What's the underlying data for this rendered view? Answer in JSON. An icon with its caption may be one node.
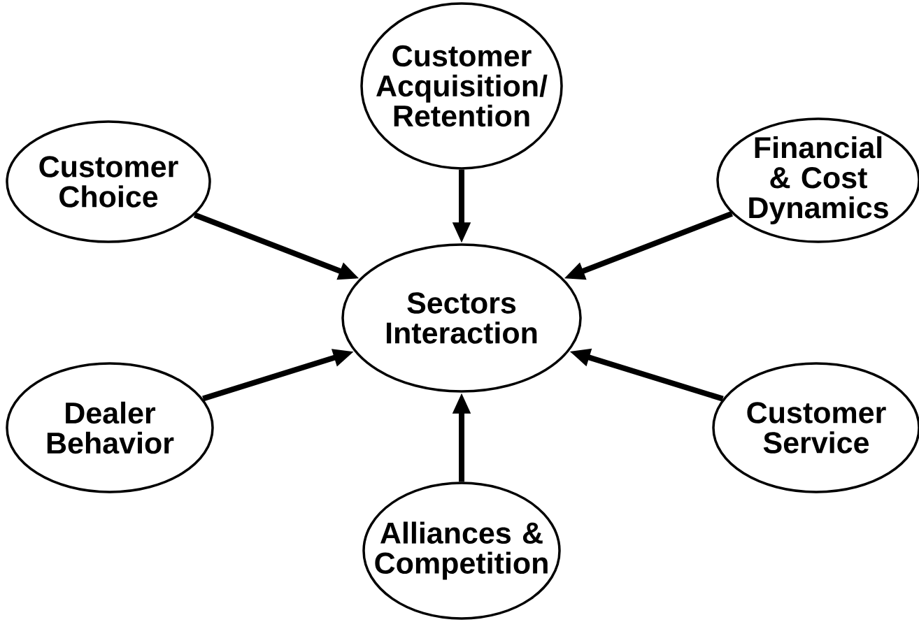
{
  "diagram": {
    "nodes": [
      {
        "text": [
          "Customer Acquisition/ Retention"
        ]
      },
      {
        "text": [
          "Customer Choice"
        ]
      },
      {
        "text": [
          "Financial & Cost Dynamics"
        ]
      },
      {
        "text": [
          "Sectors Interaction"
        ]
      },
      {
        "text": [
          "Dealer Behavior"
        ]
      },
      {
        "text": [
          "Customer Service"
        ]
      },
      {
        "text": [
          "Alliances & Competition"
        ]
      }
    ],
    "edges": [
      {
        "from": 0,
        "to": 3,
        "arrow": "to"
      },
      {
        "from": 1,
        "to": 3,
        "arrow": "to"
      },
      {
        "from": 2,
        "to": 3,
        "arrow": "to"
      },
      {
        "from": 4,
        "to": 3,
        "arrow": "to"
      },
      {
        "from": 5,
        "to": 3,
        "arrow": "to"
      },
      {
        "from": 6,
        "to": 3,
        "arrow": "to"
      }
    ]
  }
}
